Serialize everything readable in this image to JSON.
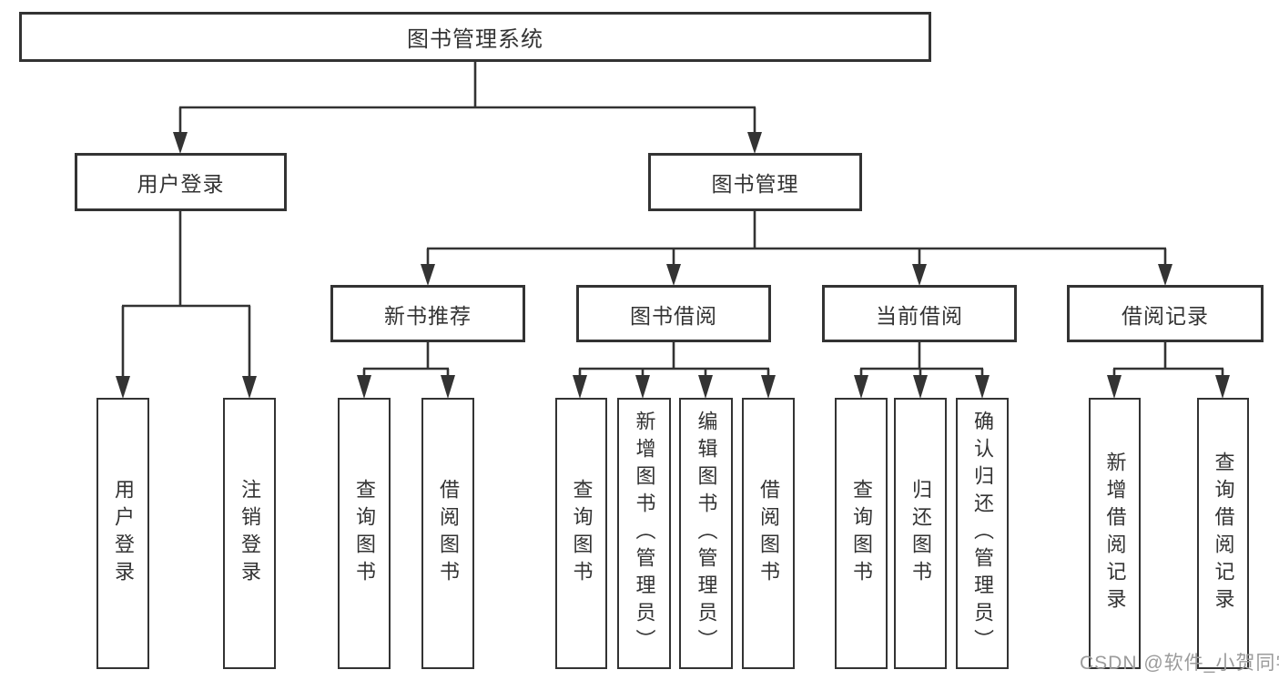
{
  "diagram": {
    "root": {
      "label": "图书管理系统"
    },
    "branches": [
      {
        "label": "用户登录",
        "children": [
          {
            "label": "用户登录"
          },
          {
            "label": "注销登录"
          }
        ]
      },
      {
        "label": "图书管理",
        "children": [
          {
            "label": "新书推荐",
            "children": [
              {
                "label": "查询图书"
              },
              {
                "label": "借阅图书"
              }
            ]
          },
          {
            "label": "图书借阅",
            "children": [
              {
                "label": "查询图书"
              },
              {
                "label": "新增图书（管理员）"
              },
              {
                "label": "编辑图书（管理员）"
              },
              {
                "label": "借阅图书"
              }
            ]
          },
          {
            "label": "当前借阅",
            "children": [
              {
                "label": "查询图书"
              },
              {
                "label": "归还图书"
              },
              {
                "label": "确认归还（管理员）"
              }
            ]
          },
          {
            "label": "借阅记录",
            "children": [
              {
                "label": "新增借阅记录"
              },
              {
                "label": "查询借阅记录"
              }
            ]
          }
        ]
      }
    ]
  },
  "watermark": {
    "text": "CSDN @软件_小贺同学"
  },
  "colors": {
    "line": "#333333",
    "text": "#333333",
    "watermark_text": "#9b9b9b",
    "background": "#ffffff"
  }
}
